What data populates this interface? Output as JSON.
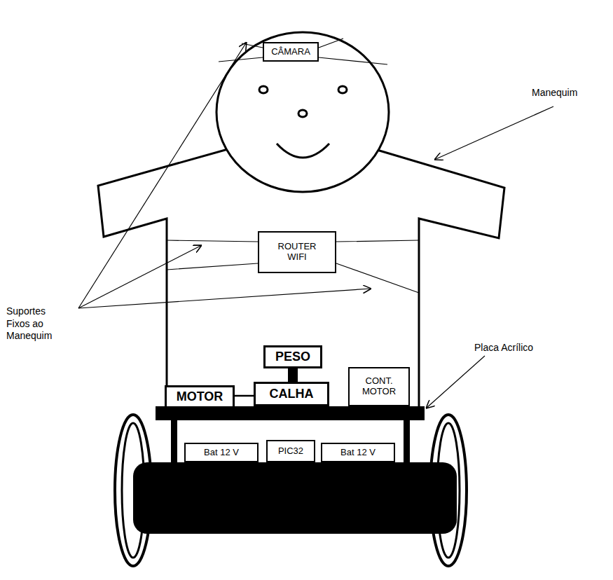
{
  "diagram": {
    "nodes": [
      {
        "text": [
          "CÂMARA"
        ]
      },
      {
        "text": [
          "ROUTER WIFI"
        ]
      },
      {
        "text": [
          "PESO"
        ]
      },
      {
        "text": [
          "MOTOR"
        ]
      },
      {
        "text": [
          "CALHA"
        ]
      },
      {
        "text": [
          "CONT. MOTOR"
        ]
      },
      {
        "text": [
          "Bat 12 V"
        ]
      },
      {
        "text": [
          "PIC32"
        ]
      },
      {
        "text": [
          "Bat 12 V"
        ]
      }
    ],
    "edges": [
      {
        "from": 3,
        "to": 4,
        "arrow": "none"
      },
      {
        "from": 2,
        "to": 4,
        "arrow": "none"
      }
    ],
    "labels": [
      "Manequim",
      "Suportes Fixos ao Manequim",
      "Placa Acrílico"
    ]
  }
}
